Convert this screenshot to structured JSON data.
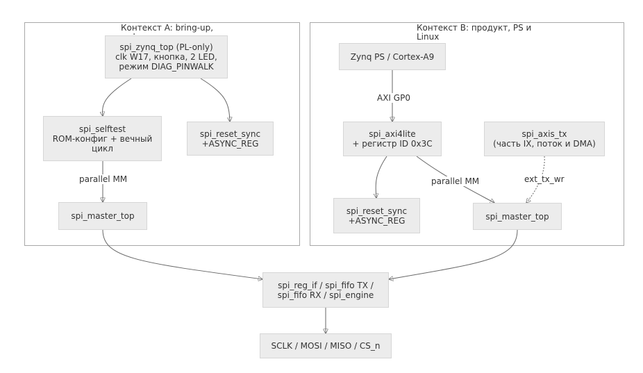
{
  "colors": {
    "node_fill": "#ececec",
    "node_border": "#d6d6d6",
    "cluster_border": "#a8a8a8",
    "edge": "#666666",
    "text": "#333333"
  },
  "clusters": {
    "a": {
      "label": "Контекст A: bring-up, \nсофт-ядер"
    },
    "b": {
      "label": "Контекст B: продукт, PS и \nLinux"
    }
  },
  "nodes": {
    "zynq_top": "spi_zynq_top (PL-only)\nclk W17, кнопка, 2 LED,\nрежим DIAG_PINWALK",
    "selftest": "spi_selftest\nROM-конфиг + вечный\nцикл",
    "reset_sync_a": "spi_reset_sync\n+ASYNC_REG",
    "master_top_a": "spi_master_top",
    "zynq_ps": "Zynq PS / Cortex-A9",
    "axi4lite": "spi_axi4lite\n+ регистр ID 0x3C",
    "axis_tx": "spi_axis_tx\n(часть IX, поток и DMA)",
    "reset_sync_b": "spi_reset_sync\n+ASYNC_REG",
    "master_top_b": "spi_master_top",
    "reg_if": "spi_reg_if / spi_fifo TX /\nspi_fifo RX / spi_engine",
    "pins": "SCLK / MOSI / MISO / CS_n"
  },
  "edge_labels": {
    "parallel_mm_a": "parallel MM",
    "axi_gp0": "AXI GP0",
    "parallel_mm_b": "parallel MM",
    "ext_tx_wr": "ext_tx_wr"
  }
}
